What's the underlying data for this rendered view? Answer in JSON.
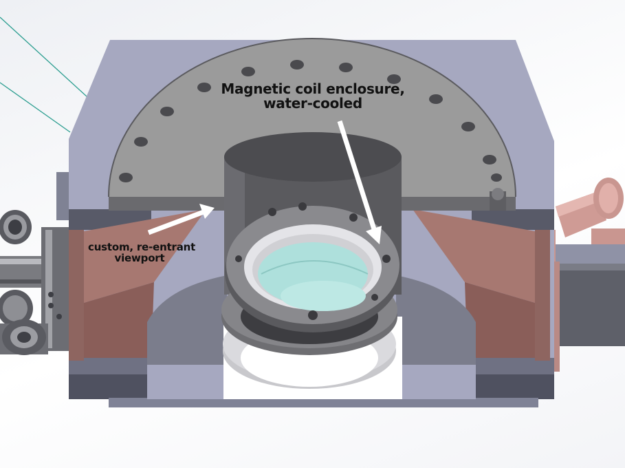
{
  "annotations": {
    "coil": {
      "line1": "Magnetic coil enclosure,",
      "line2": "water-cooled"
    },
    "viewport": {
      "line1": "custom, re-entrant",
      "line2": "viewport"
    }
  },
  "colors": {
    "housing": "#a6a8c0",
    "housing_dark": "#5d5f6d",
    "flange": "#9b9b9b",
    "copper": "#a77871",
    "glass": "#aee0dc",
    "arrow": "#ffffff",
    "guide_line": "#2a9d8f"
  }
}
